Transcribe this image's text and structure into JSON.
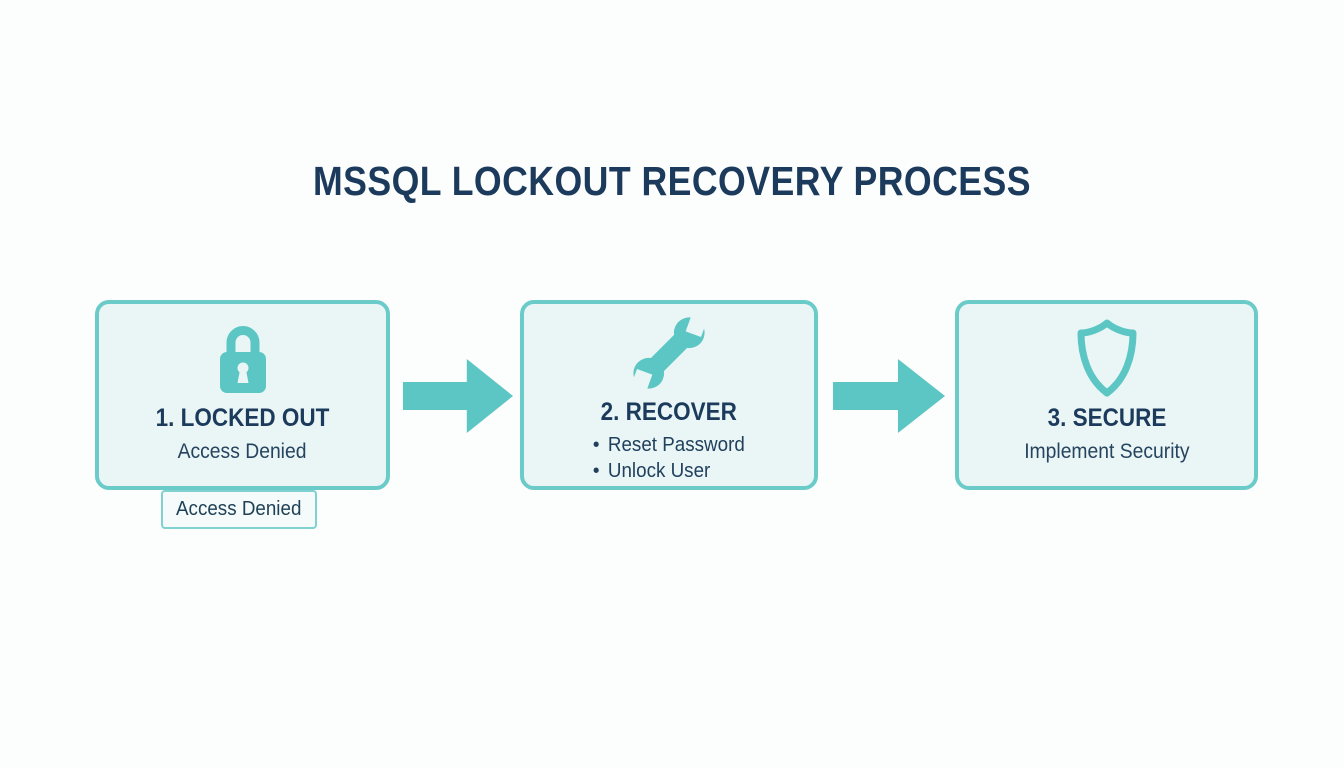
{
  "title": "MSSQL LOCKOUT RECOVERY PROCESS",
  "colors": {
    "teal": "#5cc6c4",
    "teal_border": "#6bcbc9",
    "box_bg": "#e9f6f5",
    "navy": "#1b3a5c",
    "page_bg": "#fcfdfd"
  },
  "steps": [
    {
      "icon": "lock-icon",
      "title": "1. LOCKED OUT",
      "subtitle": "Access Denied"
    },
    {
      "icon": "wrench-icon",
      "title": "2. RECOVER",
      "bullets": [
        "Reset Password",
        "Unlock User"
      ]
    },
    {
      "icon": "shield-icon",
      "title": "3. SECURE",
      "subtitle": "Implement Security"
    }
  ],
  "tag": {
    "label": "Access Denied"
  }
}
